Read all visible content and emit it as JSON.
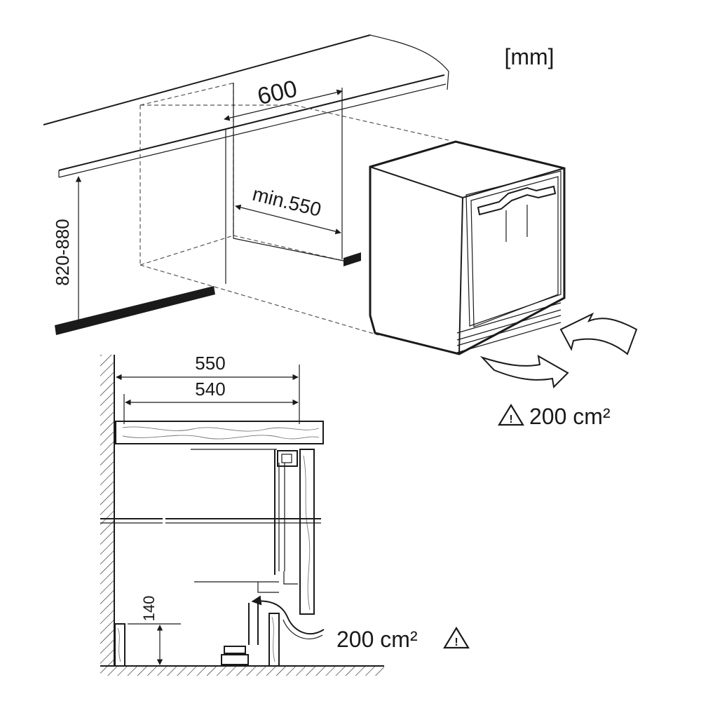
{
  "unit_label": "[mm]",
  "dimensions": {
    "width": "600",
    "depth_min": "min.550",
    "height_range": "820-880",
    "section_depth_outer": "550",
    "section_depth_inner": "540",
    "plinth_height": "140"
  },
  "ventilation": {
    "top_area": "200 cm²",
    "bottom_area": "200 cm²"
  },
  "icons": {
    "warning": "warning-triangle-icon",
    "airflow": "airflow-arrow-icon"
  },
  "colors": {
    "line": "#1a1a1a",
    "dashed": "#555555",
    "background": "#ffffff"
  }
}
